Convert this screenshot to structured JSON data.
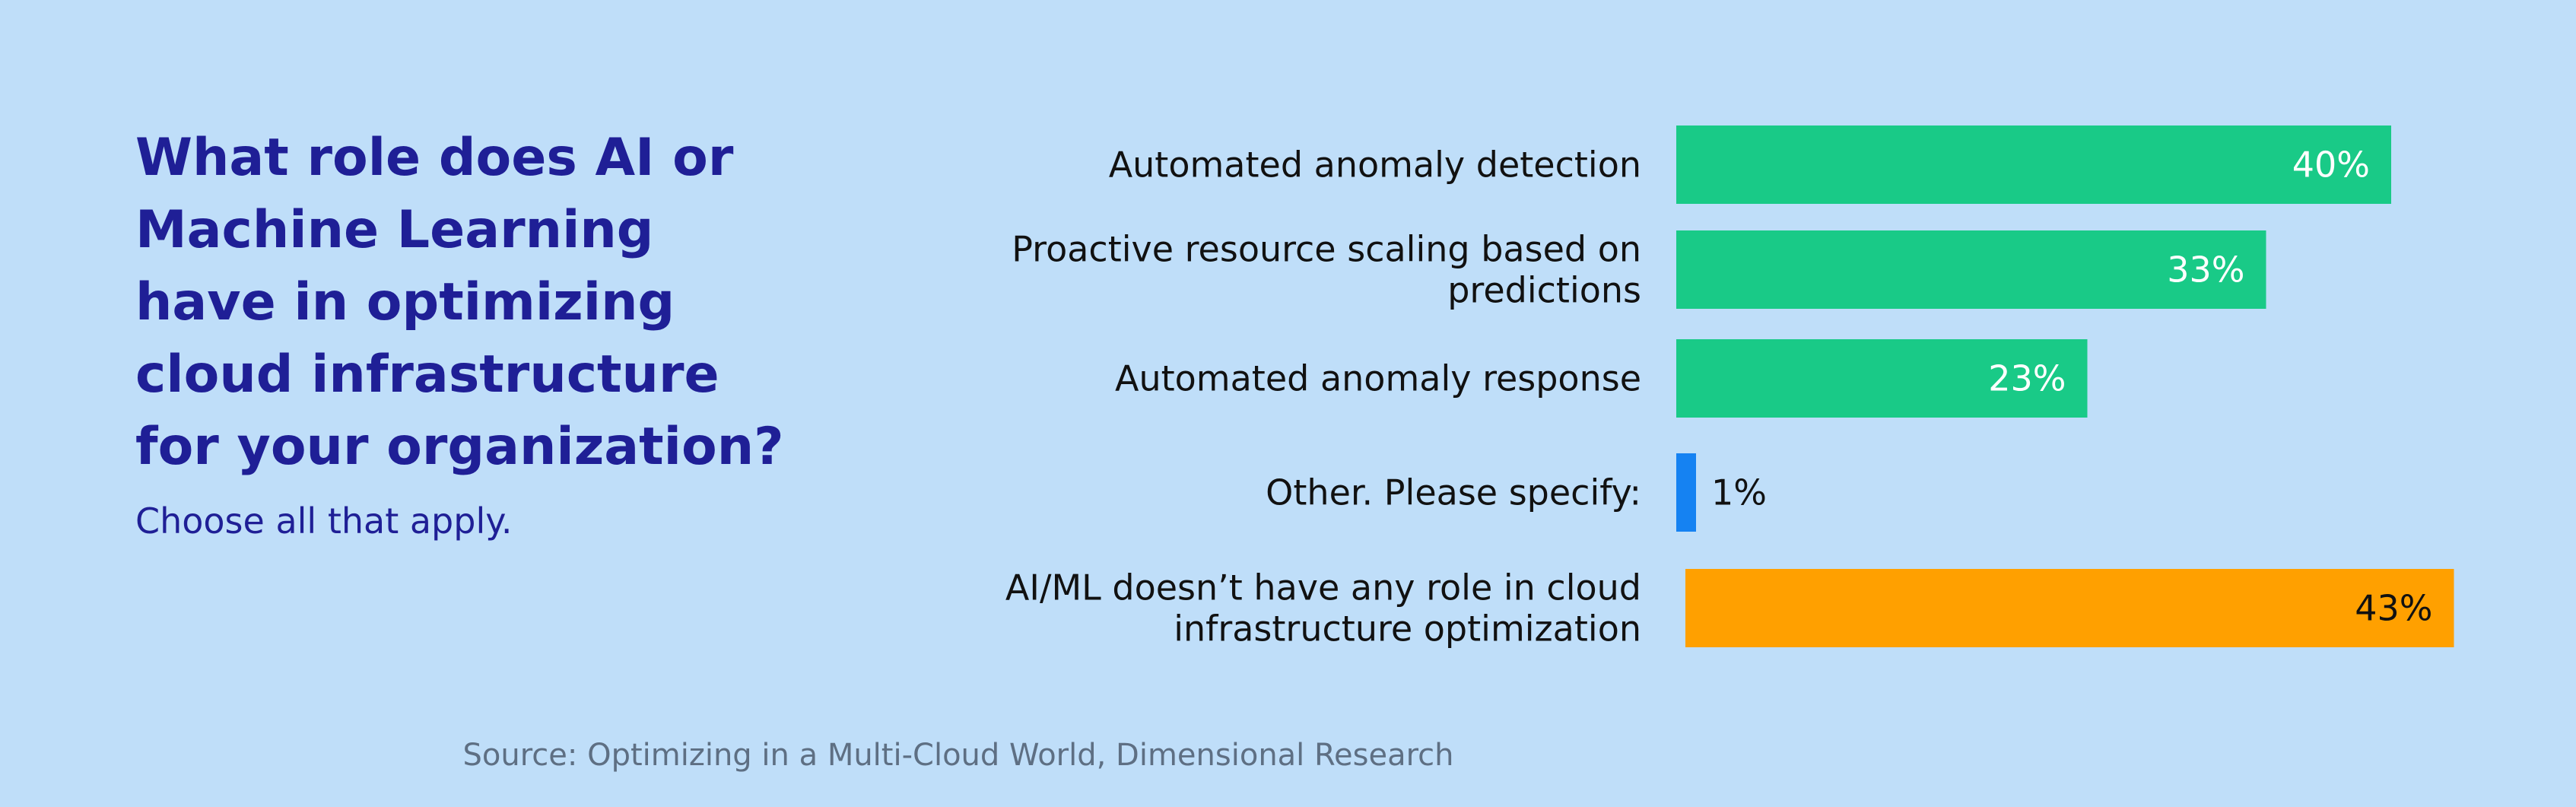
{
  "question": {
    "title": "What role does AI or Machine Learning have in optimizing cloud infrastructure for your organization?",
    "subtitle": "Choose all that apply."
  },
  "source": "Source: Optimizing in a Multi-Cloud World, Dimensional Research",
  "colors": {
    "background": "#bfdef9",
    "title": "#1f1f96",
    "green": "#19ca87",
    "blue": "#1582f2",
    "orange": "#ffa000",
    "label": "#111111",
    "source": "#5e6f83"
  },
  "chart_data": {
    "type": "bar",
    "orientation": "horizontal",
    "categories": [
      [
        "Automated anomaly detection"
      ],
      [
        "Proactive resource scaling based on",
        "predictions"
      ],
      [
        "Automated anomaly response"
      ],
      [
        "Other. Please specify:"
      ],
      [
        "AI/ML doesn’t have any role in cloud",
        "infrastructure optimization"
      ]
    ],
    "values": [
      40,
      33,
      23,
      1,
      43
    ],
    "value_labels": [
      "40%",
      "33%",
      "23%",
      "1%",
      "43%"
    ],
    "bar_colors": [
      "green",
      "green",
      "green",
      "blue",
      "orange"
    ],
    "xlim": [
      0,
      100
    ],
    "grid": false,
    "legend": "none"
  }
}
